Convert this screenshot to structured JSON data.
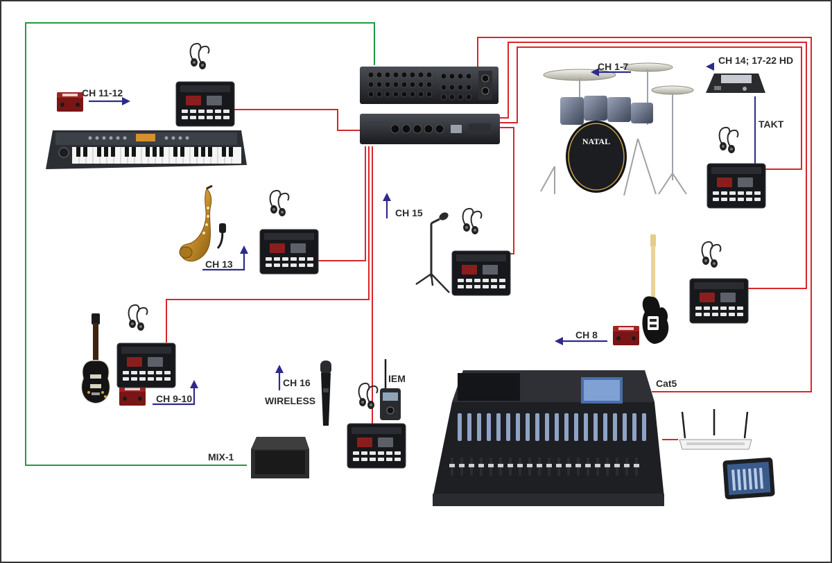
{
  "colors": {
    "cat5_wire": "#d8262b",
    "analog_wire": "#1f9a46",
    "channel_arrow": "#2e2a8a",
    "frame": "#333333"
  },
  "labels": {
    "keyboard_channels": "CH 11-12",
    "sax_channel": "CH 13",
    "guitar_channels": "CH 9-10",
    "wireless_channel": "CH 16",
    "wireless": "WIRELESS",
    "iem": "IEM",
    "mix": "MIX-1",
    "vocal_channel": "CH 15",
    "drum_channels": "CH 1-7",
    "sampler_channels": "CH 14; 17-22 HD",
    "takt": "TAKT",
    "bass_channel": "CH 8",
    "cat5": "Cat5"
  },
  "devices": {
    "drum_brand": "NATAL"
  },
  "icons": {
    "in_ear": "in-ear-monitor-icon",
    "personal_mixer": "personal-mixer-icon",
    "di_box": "di-box-icon"
  }
}
